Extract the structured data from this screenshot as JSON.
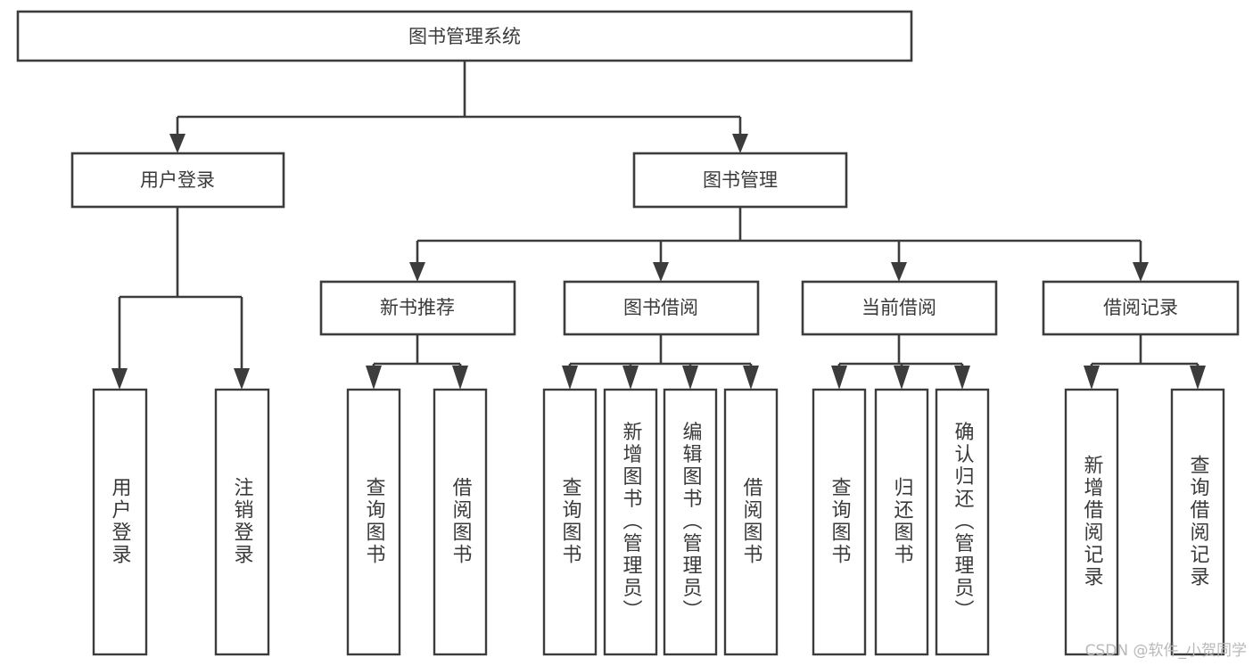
{
  "diagram": {
    "kind": "functional-structure-tree",
    "root": {
      "id": "root",
      "label": "图书管理系统",
      "orientation": "horizontal"
    },
    "level2": [
      {
        "id": "user-login",
        "label": "用户登录",
        "orientation": "horizontal"
      },
      {
        "id": "book-manage",
        "label": "图书管理",
        "orientation": "horizontal"
      }
    ],
    "level3": [
      {
        "id": "new-book-recommend",
        "label": "新书推荐",
        "orientation": "horizontal"
      },
      {
        "id": "book-borrow",
        "label": "图书借阅",
        "orientation": "horizontal"
      },
      {
        "id": "current-borrow",
        "label": "当前借阅",
        "orientation": "horizontal"
      },
      {
        "id": "borrow-record",
        "label": "借阅记录",
        "orientation": "horizontal"
      }
    ],
    "leaves": {
      "user-login": [
        {
          "id": "leaf-user-login",
          "label": "用户登录",
          "orientation": "vertical"
        },
        {
          "id": "leaf-logout-login",
          "label": "注销登录",
          "orientation": "vertical"
        }
      ],
      "new-book-recommend": [
        {
          "id": "leaf-query-book-1",
          "label": "查询图书",
          "orientation": "vertical"
        },
        {
          "id": "leaf-borrow-book-1",
          "label": "借阅图书",
          "orientation": "vertical"
        }
      ],
      "book-borrow": [
        {
          "id": "leaf-query-book-2",
          "label": "查询图书",
          "orientation": "vertical"
        },
        {
          "id": "leaf-add-book",
          "label": "新增图书（管理员）",
          "orientation": "vertical"
        },
        {
          "id": "leaf-edit-book",
          "label": "编辑图书（管理员）",
          "orientation": "vertical"
        },
        {
          "id": "leaf-borrow-book-2",
          "label": "借阅图书",
          "orientation": "vertical"
        }
      ],
      "current-borrow": [
        {
          "id": "leaf-query-book-3",
          "label": "查询图书",
          "orientation": "vertical"
        },
        {
          "id": "leaf-return-book",
          "label": "归还图书",
          "orientation": "vertical"
        },
        {
          "id": "leaf-confirm-return",
          "label": "确认归还（管理员）",
          "orientation": "vertical"
        }
      ],
      "borrow-record": [
        {
          "id": "leaf-add-record",
          "label": "新增借阅记录",
          "orientation": "vertical"
        },
        {
          "id": "leaf-query-record",
          "label": "查询借阅记录",
          "orientation": "vertical"
        }
      ]
    }
  },
  "watermark": {
    "text": "CSDN @软件_小贺同学"
  },
  "colors": {
    "stroke": "#3c3c3c",
    "text": "#3a3a3a",
    "background": "#ffffff",
    "watermark": "#b9b9b9"
  }
}
